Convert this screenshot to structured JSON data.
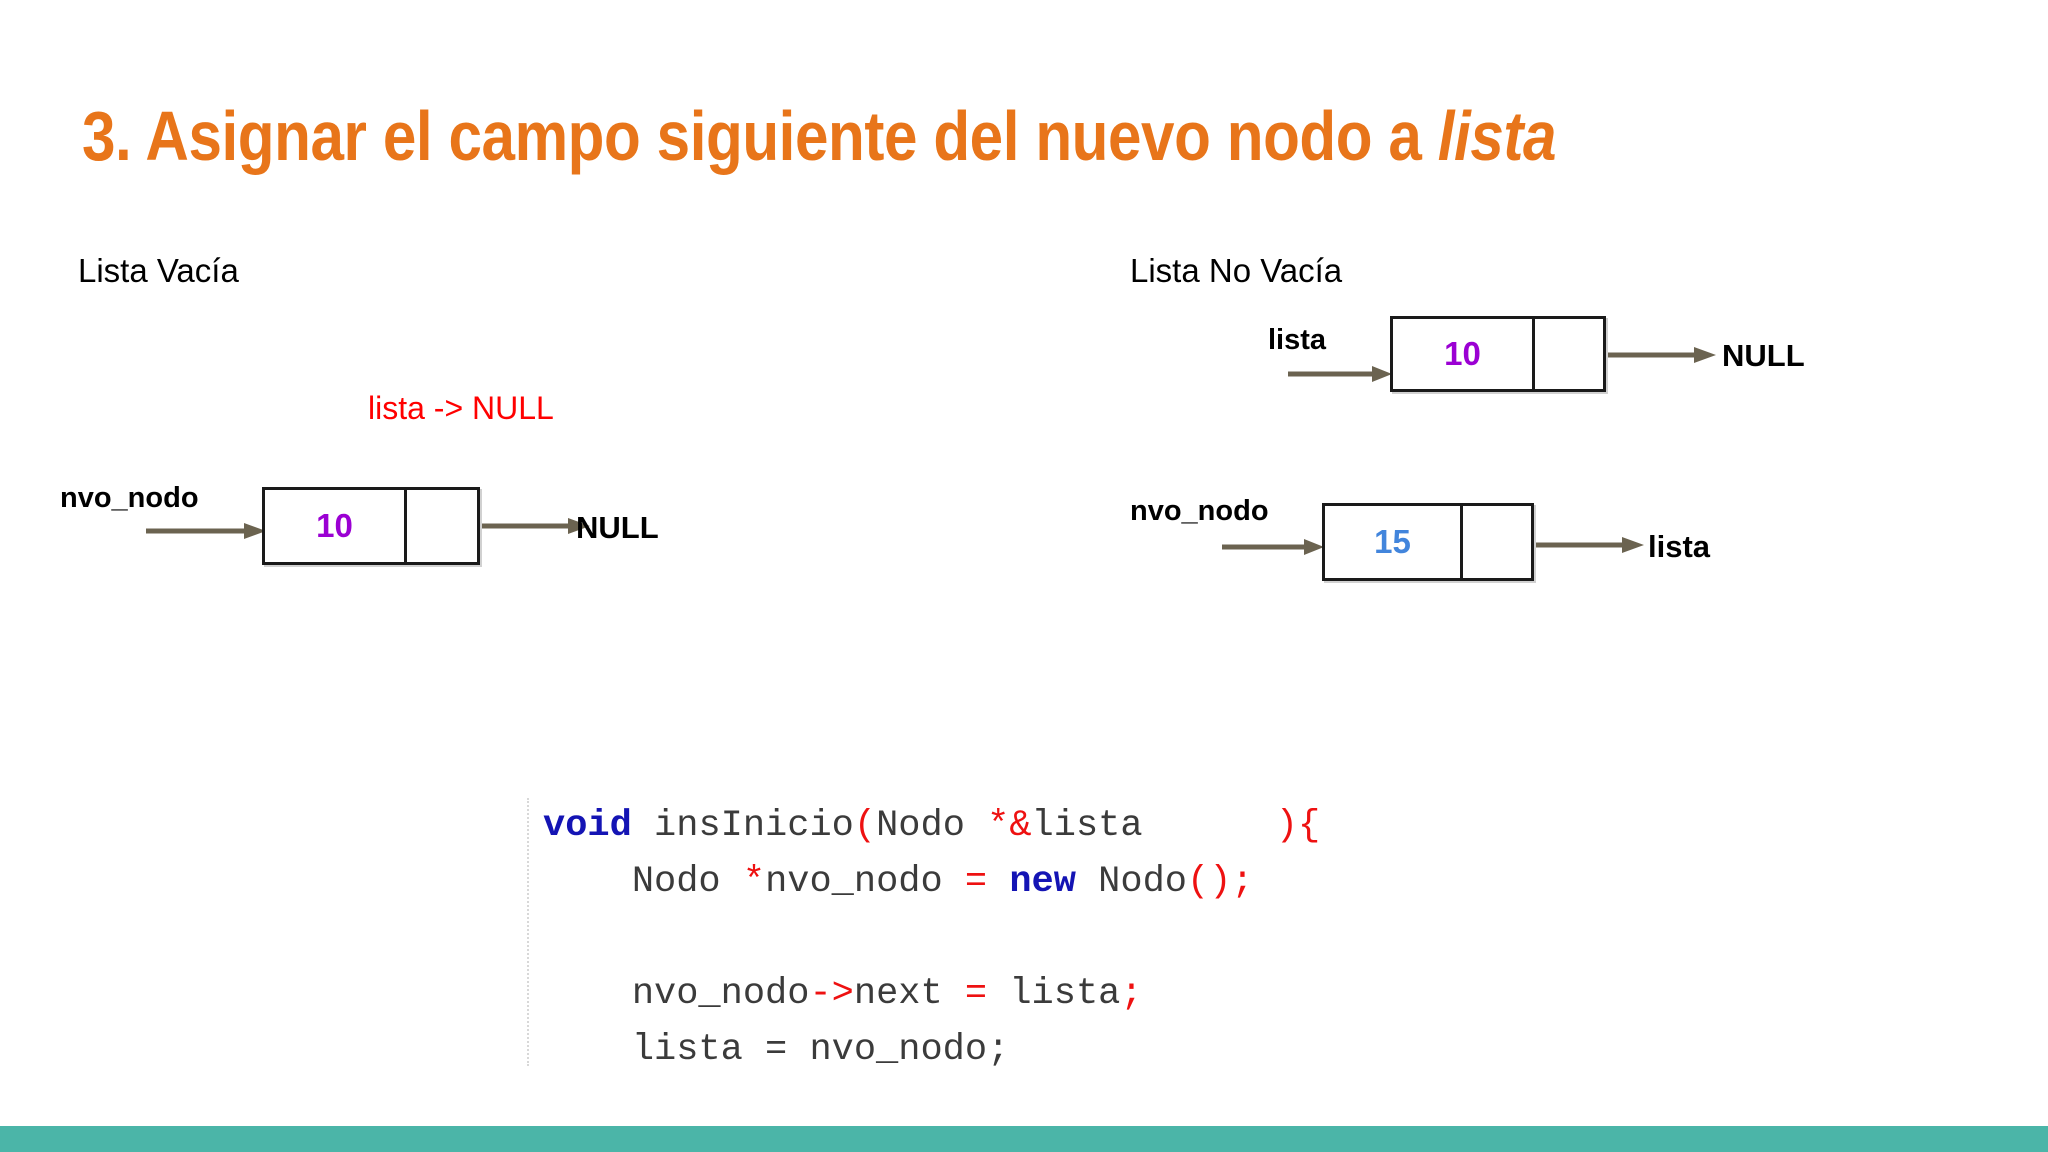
{
  "slide": {
    "title_prefix": "3. Asignar el campo siguiente del nuevo nodo a ",
    "title_emphasis": "lista",
    "title_color": "#E8751A",
    "background": "#FFFFFF"
  },
  "left_panel": {
    "heading": "Lista Vacía",
    "note": "lista -> NULL",
    "note_color": "#FF0000",
    "node": {
      "pointer_label": "nvo_nodo",
      "value": "10",
      "value_color": "#9B00D3",
      "next_label": "NULL"
    }
  },
  "right_panel": {
    "heading": "Lista No Vacía",
    "existing_node": {
      "pointer_label": "lista",
      "value": "10",
      "value_color": "#9B00D3",
      "next_label": "NULL"
    },
    "new_node": {
      "pointer_label": "nvo_nodo",
      "value": "15",
      "value_color": "#4285DC",
      "next_label": "lista"
    }
  },
  "code": {
    "language": "cpp",
    "lines": [
      [
        {
          "t": "void",
          "c": "kw"
        },
        {
          "t": " insInicio",
          "c": "id"
        },
        {
          "t": "(",
          "c": "pun"
        },
        {
          "t": "Nodo ",
          "c": "id"
        },
        {
          "t": "*&",
          "c": "pun"
        },
        {
          "t": "lista      ",
          "c": "id"
        },
        {
          "t": ")",
          "c": "pun"
        },
        {
          "t": "{",
          "c": "pun"
        }
      ],
      [
        {
          "t": "    Nodo ",
          "c": "id"
        },
        {
          "t": "*",
          "c": "pun"
        },
        {
          "t": "nvo_nodo ",
          "c": "id"
        },
        {
          "t": "=",
          "c": "pun"
        },
        {
          "t": " ",
          "c": "id"
        },
        {
          "t": "new",
          "c": "kw"
        },
        {
          "t": " Nodo",
          "c": "id"
        },
        {
          "t": "()",
          "c": "pun"
        },
        {
          "t": ";",
          "c": "pun"
        }
      ],
      [
        {
          "t": "",
          "c": "id"
        }
      ],
      [
        {
          "t": "    nvo_nodo",
          "c": "id"
        },
        {
          "t": "->",
          "c": "pun"
        },
        {
          "t": "next ",
          "c": "id"
        },
        {
          "t": "=",
          "c": "pun"
        },
        {
          "t": " lista",
          "c": "id"
        },
        {
          "t": ";",
          "c": "pun"
        }
      ],
      [
        {
          "t": "    lista = nvo_nodo;",
          "c": "id"
        }
      ]
    ]
  },
  "decor": {
    "bottom_bar_color": "#4BB5A8",
    "arrow_color": "#6B6350",
    "node_border_color": "#1A1A1A"
  }
}
